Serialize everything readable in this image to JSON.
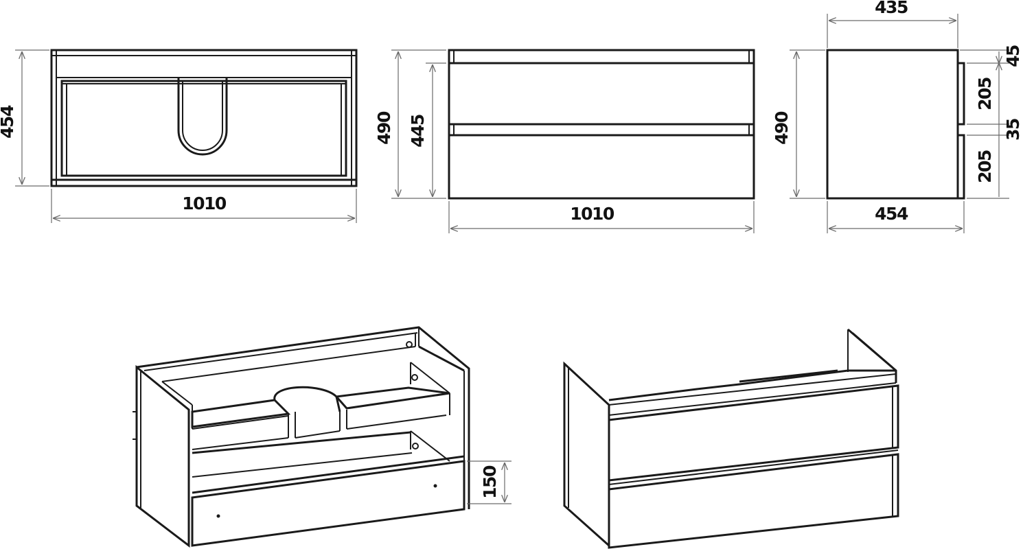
{
  "drawing": {
    "color_line": "#1a1a1a",
    "color_dim": "#6a6a6a",
    "top_view": {
      "width_label": "1010",
      "depth_label": "454"
    },
    "front_view": {
      "height_label": "490",
      "front_height_label": "445",
      "width_label": "1010"
    },
    "side_view": {
      "depth_label": "435",
      "height_label": "490",
      "overall_depth_label": "454",
      "segments": {
        "top_label": "45",
        "upper_drawer_label": "205",
        "gap_label": "35",
        "lower_drawer_label": "205"
      }
    },
    "iso_open": {
      "height_label": "150"
    }
  }
}
